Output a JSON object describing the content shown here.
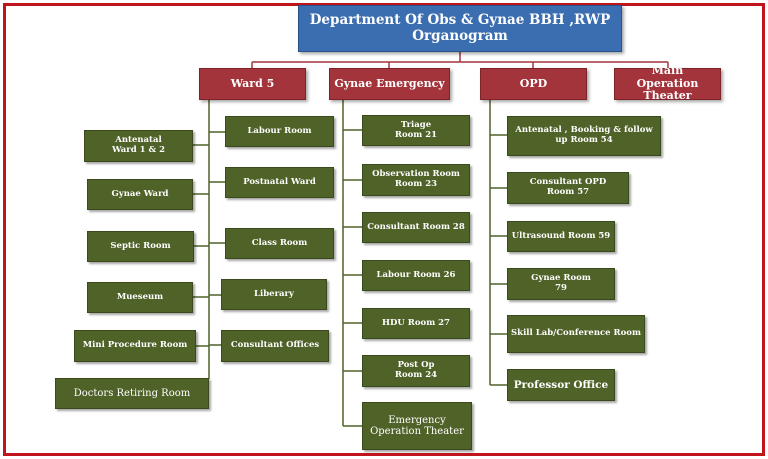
{
  "title": {
    "line1": "Department Of Obs & Gynae BBH ,RWP",
    "line2": "Organogram"
  },
  "heads": {
    "ward5": "Ward  5",
    "gynae_emergency": "Gynae  Emergency",
    "opd": "OPD",
    "main_ot": "Main  Operation Theater"
  },
  "ward5": {
    "left": [
      "Antenatal Ward 1 & 2",
      "Gynae Ward",
      "Septic Room",
      "Mueseum",
      "Mini Procedure Room",
      "Doctors Retiring Room"
    ],
    "right": [
      "Labour Room",
      "Postnatal Ward",
      "Class Room",
      "Liberary",
      "Consultant Offices"
    ]
  },
  "gynae_emergency": {
    "items": [
      "Triage Room  21",
      "Observation Room Room 23",
      "Consultant Room  28",
      "Labour Room  26",
      "HDU Room  27",
      "Post Op Room 24",
      "Emergency Operation Theater"
    ]
  },
  "opd": {
    "items": [
      "Antenatal , Booking & follow up Room 54",
      "Consultant OPD Room 57",
      "Ultrasound Room  59",
      "Gynae Room 79",
      "Skill Lab/Conference Room",
      "Professor Office"
    ]
  },
  "colors": {
    "frame": "#c0151c",
    "title_bg": "#3a6eb0",
    "head_bg": "#a3343c",
    "node_bg": "#4f6228",
    "connector": "#4f6228",
    "head_connector": "#a3343c"
  }
}
